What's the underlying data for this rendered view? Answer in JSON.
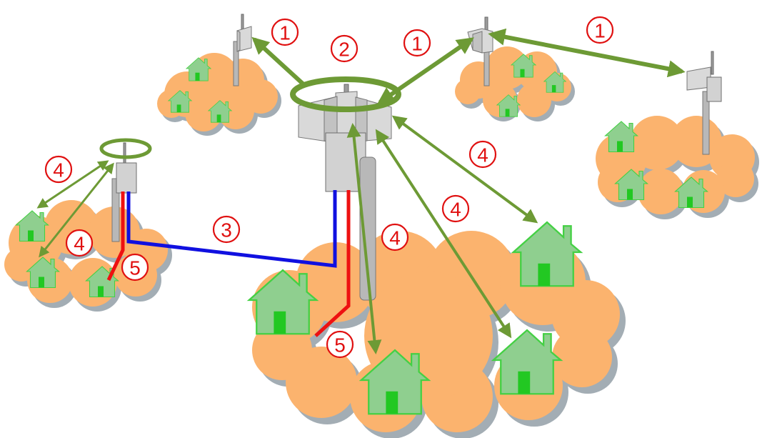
{
  "colors": {
    "cloud": "#fbb36e",
    "cloud_shadow": "#a3adb4",
    "house_fill": "#8fcf8f",
    "house_stroke": "#44d044",
    "house_door": "#22c822",
    "link_arrow": "#6d9a35",
    "fiber_red": "#ee1111",
    "fiber_blue": "#1010e0",
    "label": "#e01010"
  },
  "labels": {
    "backhaul_link_top_left": "1",
    "backhaul_link_top_right": "1",
    "backhaul_link_far_right": "1",
    "sector_ring": "2",
    "fiber_link": "3",
    "access_link_left_top": "4",
    "access_link_left_bottom": "4",
    "access_link_center": "4",
    "access_link_center_right": "4",
    "access_link_right": "4",
    "drop_cable_left": "5",
    "drop_cable_center": "5"
  }
}
